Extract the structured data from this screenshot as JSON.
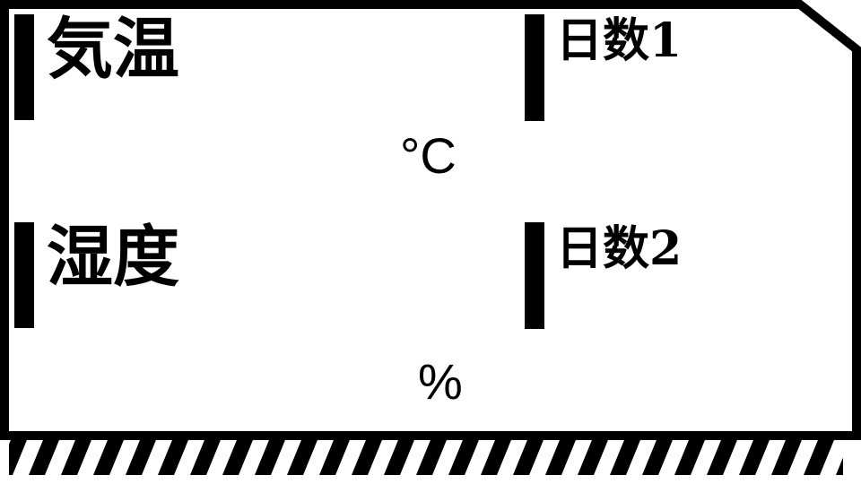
{
  "temperature": {
    "label": "気温",
    "unit": "°C"
  },
  "days1": {
    "label": "日数1"
  },
  "humidity": {
    "label": "湿度",
    "unit": "%"
  },
  "days2": {
    "label": "日数2"
  },
  "colors": {
    "foreground": "#000000",
    "background": "#ffffff"
  }
}
